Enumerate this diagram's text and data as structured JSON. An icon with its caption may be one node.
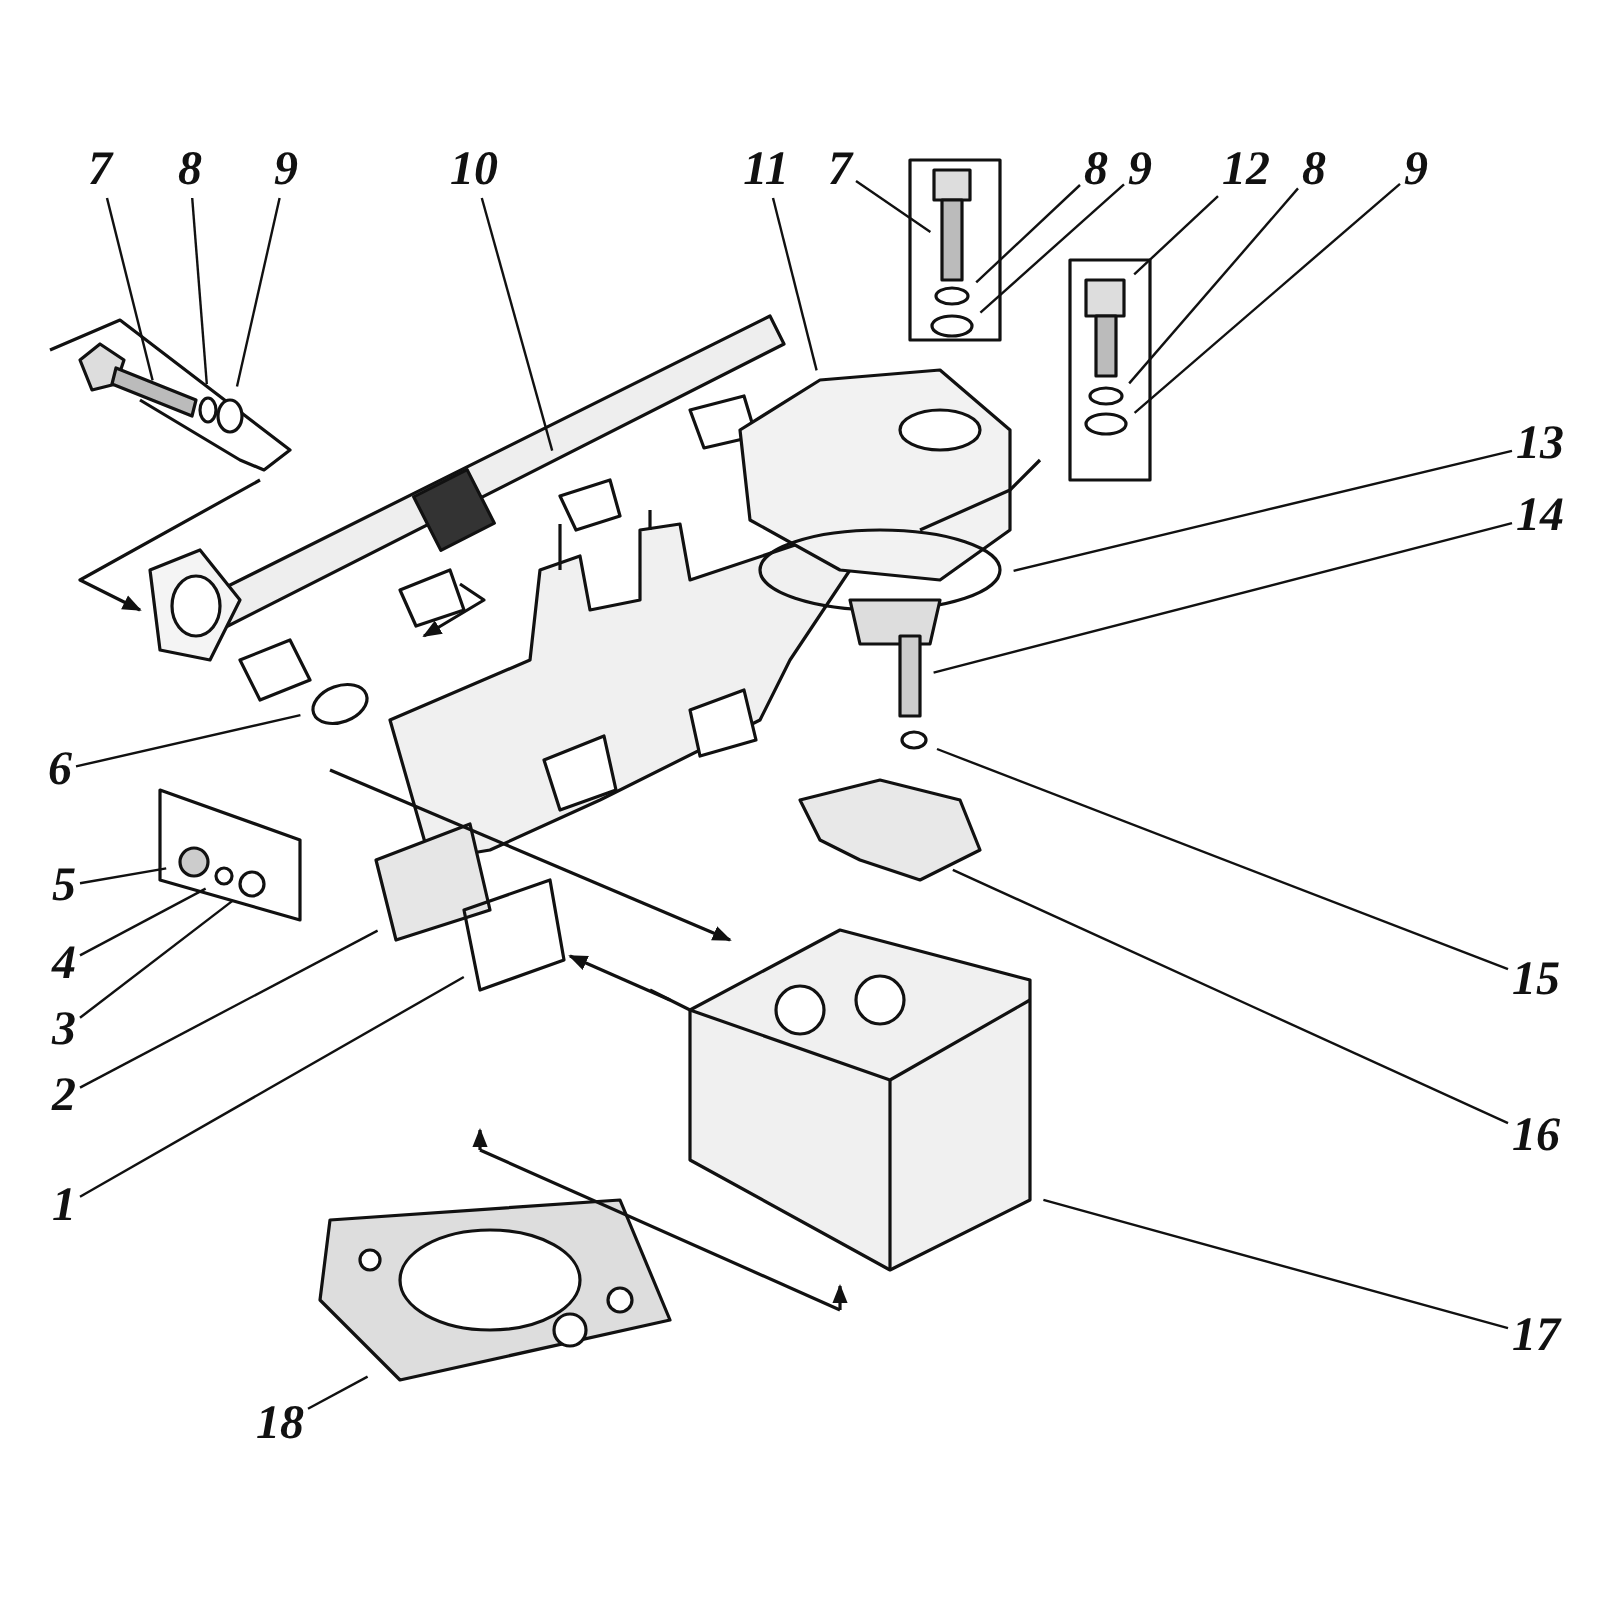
{
  "diagram": {
    "nodes": [
      {
        "text": [
          "7"
        ]
      },
      {
        "text": [
          "8"
        ]
      },
      {
        "text": [
          "9"
        ]
      },
      {
        "text": [
          "10"
        ]
      },
      {
        "text": [
          "11"
        ]
      },
      {
        "text": [
          "7"
        ]
      },
      {
        "text": [
          "8"
        ]
      },
      {
        "text": [
          "9"
        ]
      },
      {
        "text": [
          "12"
        ]
      },
      {
        "text": [
          "8"
        ]
      },
      {
        "text": [
          "9"
        ]
      },
      {
        "text": [
          "13"
        ]
      },
      {
        "text": [
          "14"
        ]
      },
      {
        "text": [
          "6"
        ]
      },
      {
        "text": [
          "5"
        ]
      },
      {
        "text": [
          "4"
        ]
      },
      {
        "text": [
          "15"
        ]
      },
      {
        "text": [
          "3"
        ]
      },
      {
        "text": [
          "2"
        ]
      },
      {
        "text": [
          "16"
        ]
      },
      {
        "text": [
          "1"
        ]
      },
      {
        "text": [
          "17"
        ]
      },
      {
        "text": [
          "18"
        ]
      }
    ],
    "edges": [
      {
        "from": 0,
        "to": null,
        "arrow": "none"
      },
      {
        "from": 1,
        "to": null,
        "arrow": "none"
      },
      {
        "from": 2,
        "to": null,
        "arrow": "none"
      },
      {
        "from": 3,
        "to": null,
        "arrow": "none"
      },
      {
        "from": 4,
        "to": null,
        "arrow": "none"
      },
      {
        "from": 5,
        "to": null,
        "arrow": "none"
      },
      {
        "from": 6,
        "to": null,
        "arrow": "none"
      },
      {
        "from": 7,
        "to": null,
        "arrow": "none"
      },
      {
        "from": 8,
        "to": null,
        "arrow": "none"
      },
      {
        "from": 9,
        "to": null,
        "arrow": "none"
      },
      {
        "from": 10,
        "to": null,
        "arrow": "none"
      },
      {
        "from": 11,
        "to": null,
        "arrow": "none"
      },
      {
        "from": 12,
        "to": null,
        "arrow": "none"
      },
      {
        "from": 13,
        "to": null,
        "arrow": "none"
      },
      {
        "from": 14,
        "to": null,
        "arrow": "none"
      },
      {
        "from": 15,
        "to": null,
        "arrow": "none"
      },
      {
        "from": 16,
        "to": null,
        "arrow": "none"
      },
      {
        "from": 17,
        "to": null,
        "arrow": "none"
      },
      {
        "from": 18,
        "to": null,
        "arrow": "none"
      },
      {
        "from": 19,
        "to": null,
        "arrow": "none"
      },
      {
        "from": 20,
        "to": null,
        "arrow": "none"
      },
      {
        "from": 21,
        "to": null,
        "arrow": "none"
      },
      {
        "from": 22,
        "to": null,
        "arrow": "none"
      }
    ]
  }
}
